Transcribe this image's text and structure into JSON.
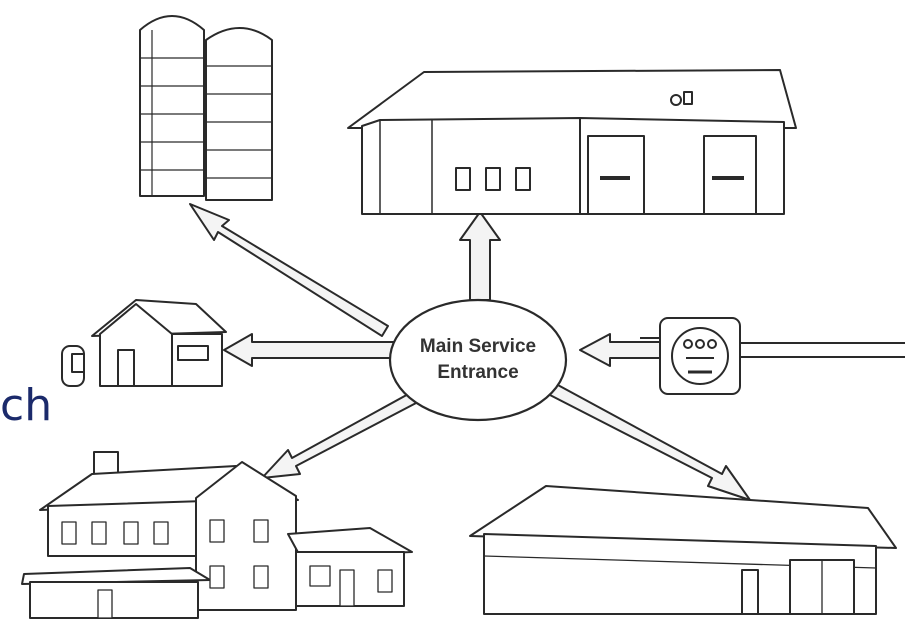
{
  "diagram": {
    "center_label_line1": "Main Service",
    "center_label_line2": "Entrance",
    "slide_fragment": "ch",
    "colors": {
      "line": "#2a2a2a",
      "fill": "#ffffff",
      "arrow_fill": "#f4f4f4",
      "slide_text": "#1b2a6b"
    },
    "nodes": [
      {
        "name": "silos",
        "icon": "silo-icon"
      },
      {
        "name": "machine-shed",
        "icon": "machine-shed-icon"
      },
      {
        "name": "small-shed",
        "icon": "small-shed-icon"
      },
      {
        "name": "meter",
        "icon": "electric-meter-icon"
      },
      {
        "name": "farmhouse",
        "icon": "house-icon"
      },
      {
        "name": "livestock-barn",
        "icon": "long-barn-icon"
      }
    ]
  }
}
